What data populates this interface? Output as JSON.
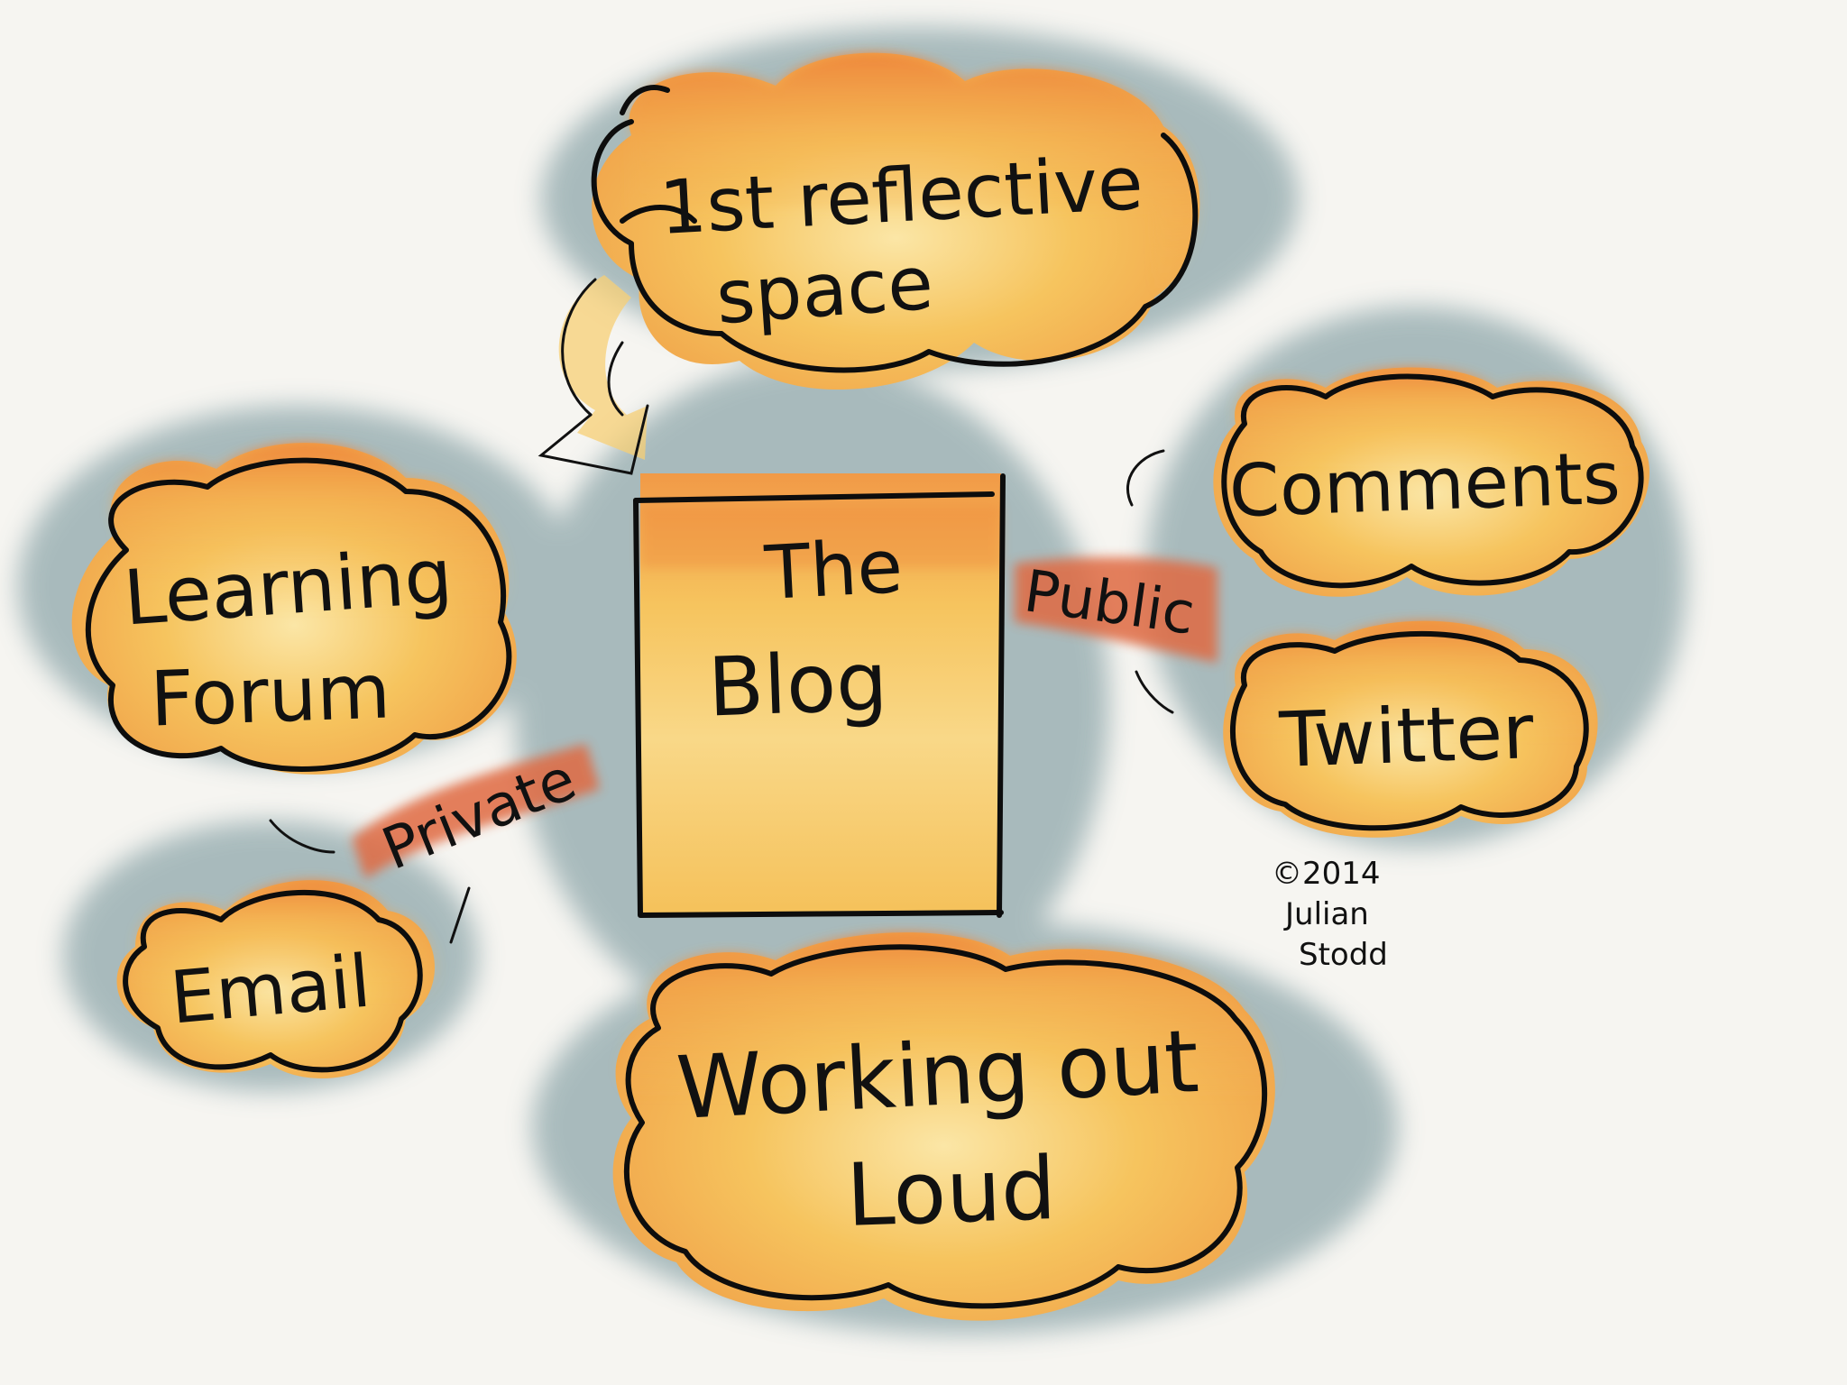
{
  "nodes": {
    "reflective": {
      "line1": "1st reflective",
      "line2": "space"
    },
    "learning_forum": {
      "line1": "Learning",
      "line2": "Forum"
    },
    "blog": {
      "line1": "The",
      "line2": "Blog"
    },
    "comments": {
      "label": "Comments"
    },
    "twitter": {
      "label": "Twitter"
    },
    "email": {
      "label": "Email"
    },
    "working": {
      "line1": "Working out",
      "line2": "Loud"
    }
  },
  "labels": {
    "public": "Public",
    "private": "Private"
  },
  "credit": {
    "line1": "©2014",
    "line2": "Julian",
    "line3": "Stodd"
  },
  "colors": {
    "paper": "#f6f5f1",
    "halo": "#8fa7ab",
    "fill_yellow": "#f6c45e",
    "fill_orange": "#ee8a3e",
    "tag_red": "#e06a42",
    "ink": "#111111"
  }
}
